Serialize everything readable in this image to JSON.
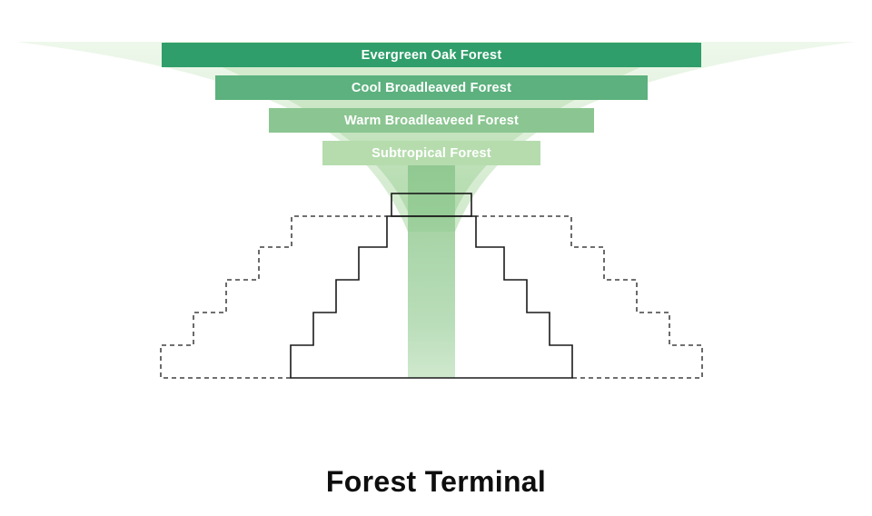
{
  "title": "Forest Terminal",
  "funnel": {
    "label_color": "#ffffff",
    "bars": [
      {
        "label": "Evergreen Oak Forest",
        "color": "#2f9e6a"
      },
      {
        "label": "Cool Broadleaved Forest",
        "color": "#5cb17e"
      },
      {
        "label": "Warm Broadleaveed Forest",
        "color": "#8bc591"
      },
      {
        "label": "Subtropical Forest",
        "color": "#b6dcae"
      }
    ]
  },
  "diagram": {
    "haze_color": "#e9f5e6",
    "inner_funnel_color": "#cbe7c6",
    "flow_band_color": "#8cc68d",
    "outline_color": "#1a1a1a"
  }
}
